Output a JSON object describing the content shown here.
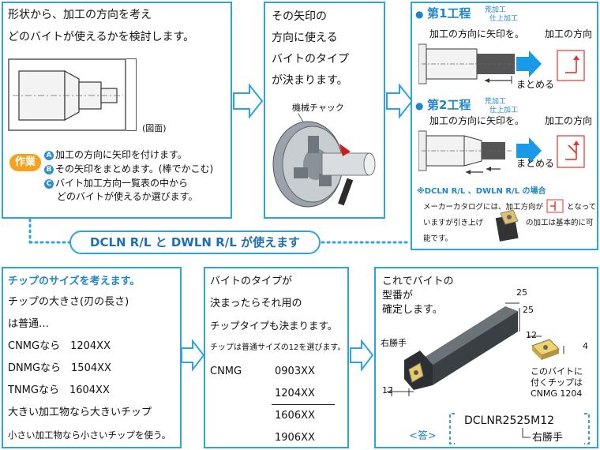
{
  "panel1": {
    "line1": "形状から、加工の方向を考え",
    "line2": "どのバイトが使えるかを検討します。",
    "drawing_label": "(図面)",
    "sagyou_label": "作業",
    "steps": [
      {
        "badge": "A",
        "text": "加工の方向に矢印を付けます。"
      },
      {
        "badge": "B",
        "text": "その矢印をまとめます。(棒でかこむ)"
      },
      {
        "badge": "C",
        "text": "バイト加工方向一覧表の中から"
      },
      {
        "badge": "",
        "text": "どのバイトが使えるか選びます。"
      }
    ]
  },
  "panel2": {
    "lines": [
      "その矢印の",
      "方向に使える",
      "バイトのタイプ",
      "が決まります。"
    ],
    "chuck_label": "機械チャック"
  },
  "panel3": {
    "step1": {
      "title": "第1工程",
      "sub1": "荒加工",
      "sub2": "仕上加工",
      "desc": "加工の方向に矢印を。",
      "dir_label": "加工の方向",
      "matome": "まとめる"
    },
    "step2": {
      "title": "第2工程",
      "sub1": "荒加工",
      "sub2": "仕上加工",
      "desc": "加工の方向に矢印を。",
      "dir_label": "加工の方向",
      "matome": "まとめる"
    },
    "note_title": "※DCLN R/L 、DWLN R/L の場合",
    "note_l1a": "メーカーカタログには、加工方向が",
    "note_l1b": "となって",
    "note_l2a": "いますが引き上げ",
    "note_l2b": "の加工は基本的に可",
    "note_l3": "能です。"
  },
  "result_pill": "DCLN R/L と DWLN R/L が使えます",
  "panel4": {
    "title": "チップのサイズを考えます。",
    "lines": [
      "チップの大きさ(刃の長さ)",
      "は普通…",
      "CNMGなら　1204XX",
      "DNMGなら　1504XX",
      "TNMGなら　1604XX",
      "大きい加工物なら大きいチップ",
      "小さい加工物なら小さいチップを使う。"
    ]
  },
  "panel5": {
    "lines": [
      "バイトのタイプが",
      "決まったらそれ用の",
      "チップタイプも決まります。",
      "チップは普通サイズの12を選びます。"
    ],
    "series": "CNMG",
    "sizes": [
      "0903XX",
      "1204XX",
      "1606XX",
      "1906XX"
    ]
  },
  "panel6": {
    "lines": [
      "これでバイトの",
      "型番が",
      "確定します。"
    ],
    "hand_label": "右勝手",
    "dim_25a": "25",
    "dim_25b": "25",
    "dim_12a": "12",
    "dim_12b": "12",
    "dim_4": "4",
    "chip_note": [
      "このバイトに",
      "付くチップは",
      "CNMG 1204"
    ],
    "answer_label": "<答>",
    "model": "DCLNR2525M12",
    "model_hand": "右勝手"
  },
  "colors": {
    "panel_border": "#2fa3dc",
    "accent_blue": "#1f86c7",
    "arrow_red": "#e8332a",
    "orange": "#f4a21d",
    "dashed": "#2fa3dc"
  }
}
